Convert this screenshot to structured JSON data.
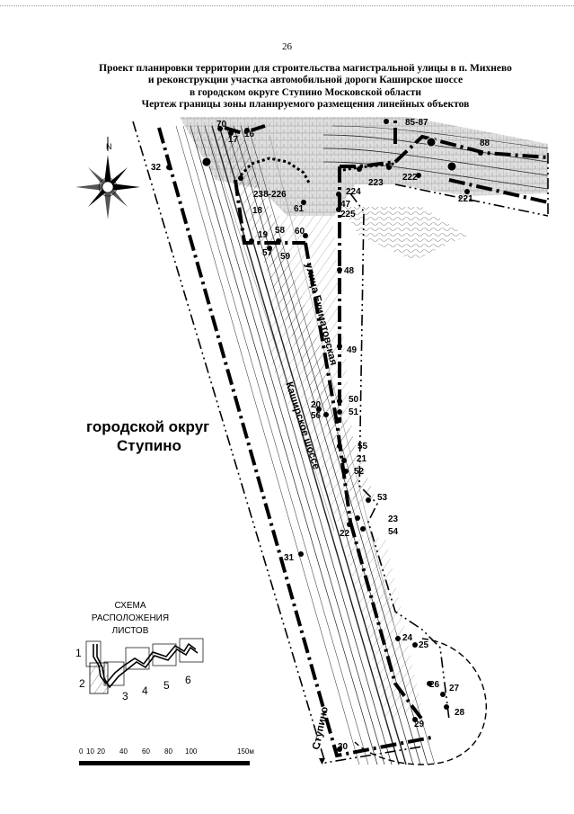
{
  "page_number": "26",
  "title_lines": [
    "Проект планировки территории для строительства магистральной улицы в п. Михнево",
    "и реконструкции участка автомобильной дороги Каширское шоссе",
    "в городском округе Ступино Московской области",
    "Чертеж границы зоны планируемого размещения линейных объектов"
  ],
  "map": {
    "region_label_1": "городской округ",
    "region_label_2": "Ступино",
    "street_1": "улица Екиматовская",
    "street_2": "Каширское шоссе",
    "city_label": "Ступино",
    "compass_north": "N",
    "point_labels": {
      "p70": "70",
      "p17": "17",
      "p16": "16",
      "p85": "85-87",
      "p88": "88",
      "p32": "32",
      "p238": "238-226",
      "p18": "18",
      "p61": "61",
      "p47": "47",
      "p225": "225",
      "p224": "224",
      "p223": "223",
      "p222": "222",
      "p221": "221",
      "p19": "19",
      "p58": "58",
      "p60": "60",
      "p57": "57",
      "p59": "59",
      "p48": "48",
      "p49": "49",
      "p50": "50",
      "p51": "51",
      "p20": "20",
      "p56": "56",
      "p55": "55",
      "p21": "21",
      "p52": "52",
      "p53": "53",
      "p23": "23",
      "p22": "22",
      "p54": "54",
      "p31": "31",
      "p24": "24",
      "p25": "25",
      "p26": "26",
      "p27": "27",
      "p28": "28",
      "p29": "29",
      "p30": "30"
    }
  },
  "scheme": {
    "title_1": "СХЕМА",
    "title_2": "РАСПОЛОЖЕНИЯ",
    "title_3": "ЛИСТОВ",
    "sheets": [
      "1",
      "2",
      "3",
      "4",
      "5",
      "6"
    ]
  },
  "scale_bar": {
    "ticks": [
      "0",
      "10",
      "20",
      "40",
      "60",
      "80",
      "100",
      "150м"
    ]
  }
}
